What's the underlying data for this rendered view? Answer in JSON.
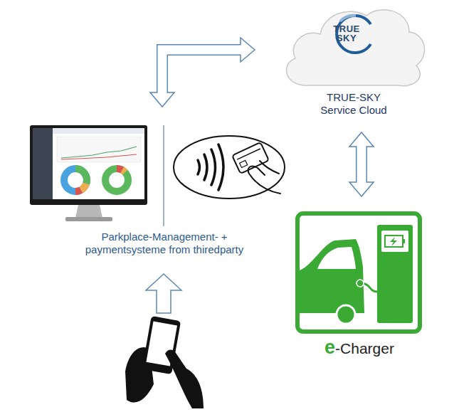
{
  "diagram": {
    "nodes": [
      {
        "text": [
          "TRUE SKY",
          "TRUE-SKY Service Cloud"
        ]
      },
      {
        "text": [
          "Parkplace-Management- + paymentsysteme from thiredparty"
        ]
      },
      {
        "text": [
          "e-Charger"
        ]
      }
    ],
    "edges": [
      {
        "from": 1,
        "to": 0,
        "arrow": "both"
      },
      {
        "from": 0,
        "to": 2,
        "arrow": "both"
      }
    ]
  }
}
